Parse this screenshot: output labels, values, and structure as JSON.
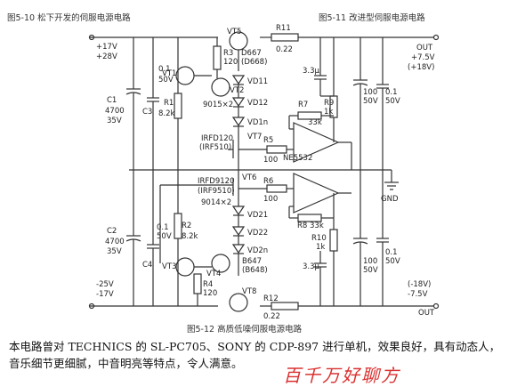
{
  "captions": {
    "fig510": "图5-10  松下开发的伺服电源电路",
    "fig511": "图5-11  改进型伺服电源电路",
    "fig512": "图5-12  高质低噪伺服电源电路"
  },
  "terminals": {
    "in_pos": "+17V",
    "in_pos_alt": "+28V",
    "in_neg": "-25V",
    "in_neg_alt": "-17V",
    "out_pos_label": "OUT",
    "out_pos": "+7.5V",
    "out_pos_alt": "(+18V)",
    "gnd": "GND",
    "out_neg": "(-18V)",
    "out_neg_alt": "-7.5V",
    "out_neg_label": "OUT"
  },
  "components": {
    "vt5": "VT5",
    "r11": "R11",
    "r11_val": "0.22",
    "d667": "D667",
    "d668": "(D668)",
    "r3": "R3",
    "r3_val": "120",
    "vt1": "VT1",
    "vt2": "VT2",
    "vt2_type": "9015×2",
    "r1": "R1",
    "r1_val": "8.2k",
    "c1": "C1",
    "c1_val": "4700",
    "c1_v": "35V",
    "c3": "C3",
    "c3_val": "0.1",
    "c3_v": "50V",
    "vd11": "VD11",
    "vd12": "VD12",
    "vd1n": "VD1n",
    "irfd120": "IRFD120",
    "irf510": "(IRF510)",
    "vt7": "VT7",
    "r5": "R5",
    "r5_val": "100",
    "ne5532": "NE5532",
    "r7": "R7",
    "r7_val": "33k",
    "r9": "R9",
    "r9_val": "1k",
    "c33top": "3.3μ",
    "c100a": "100",
    "c100a_v": "50V",
    "c01a": "0.1",
    "c01a_v": "50V",
    "irfd9120": "IRFD9120",
    "irf9510": "(IRF9510)",
    "vt6": "VT6",
    "r6": "R6",
    "r6_val": "100",
    "vt3_type": "9014×2",
    "vd21": "VD21",
    "vd22": "VD22",
    "vd2n": "VD2n",
    "r8": "R8",
    "r8_val": "33k",
    "r10": "R10",
    "r10_val": "1k",
    "r2": "R2",
    "r2_val": "8.2k",
    "c2": "C2",
    "c2_val": "4700",
    "c2_v": "35V",
    "c4": "C4",
    "c4_val": "0.1",
    "c4_v": "50V",
    "b647": "B647",
    "b648": "(B648)",
    "vt3": "VT3",
    "vt4": "VT4",
    "r4": "R4",
    "r4_val": "120",
    "vt8": "VT8",
    "r12": "R12",
    "r12_val": "0.22",
    "c33bot": "3.3μ",
    "c100b": "100",
    "c100b_v": "50V",
    "c01b": "0.1",
    "c01b_v": "50V"
  },
  "body_text": "本电路曾对 TECHNICS 的 SL-PC705、SONY 的 CDP-897 进行单机，效果良好，具有动态人，音乐细节更细腻，中音明亮等特点，令人满意。",
  "stamp_text": "百千万好聊方"
}
